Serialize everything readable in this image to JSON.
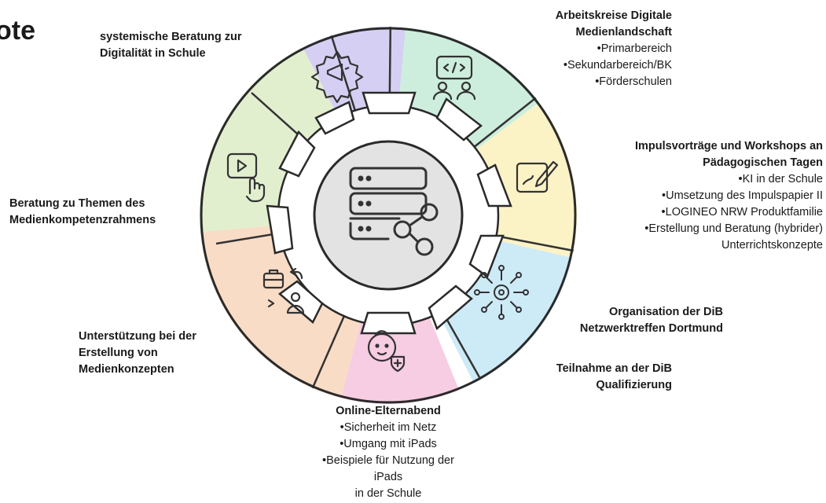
{
  "title_fragment": "ote",
  "center": {
    "icon": "server-network-icon"
  },
  "segments": [
    {
      "key": "systemisch",
      "color": "#d5cff3",
      "icon": "megaphone-gear-icon",
      "title_lines": [
        "systemische Beratung zur",
        "Digitalität in Schule"
      ],
      "bullets": []
    },
    {
      "key": "arbeitskreise",
      "color": "#cdeedd",
      "icon": "code-people-icon",
      "title_lines": [
        "Arbeitskreise Digitale",
        "Medienlandschaft"
      ],
      "bullets": [
        "•Primarbereich",
        "•Sekundarbereich/BK",
        "•Förderschulen"
      ]
    },
    {
      "key": "impulsvortraege",
      "color": "#fbf2c6",
      "icon": "drawing-tablet-icon",
      "title_lines": [
        "Impulsvorträge und Workshops an",
        "Pädagogischen Tagen"
      ],
      "bullets": [
        "•KI in der Schule",
        "•Umsetzung des Impulspapier II",
        "•LOGINEO NRW Produktfamilie",
        "•Erstellung und Beratung (hybrider)",
        "Unterrichtskonzepte"
      ]
    },
    {
      "key": "organisation",
      "color": "#cdeaf7",
      "icon": "network-gear-icon",
      "title_lines": [
        "Organisation der DiB",
        "Netzwerktreffen Dortmund"
      ],
      "bullets": []
    },
    {
      "key": "teilnahme",
      "title_lines": [
        "Teilnahme an der DiB",
        "Qualifizierung"
      ],
      "bullets": []
    },
    {
      "key": "elternabend",
      "color": "#f7cde3",
      "icon": "child-shield-icon",
      "title_lines": [
        "Online-Elternabend"
      ],
      "bullets": [
        "•Sicherheit im Netz",
        "•Umgang mit iPads",
        "•Beispiele für Nutzung der",
        "iPads",
        "in der Schule"
      ]
    },
    {
      "key": "medienkonzepte",
      "color": "#f8dcc6",
      "icon": "briefcase-person-icon",
      "title_lines": [
        "Unterstützung bei der",
        "Erstellung von",
        "Medienkonzepten"
      ],
      "bullets": []
    },
    {
      "key": "kompetenzrahmen",
      "color": "#e2efcf",
      "icon": "video-touch-icon",
      "title_lines": [
        "Beratung zu Themen des",
        "Medienkompetenzrahmens"
      ],
      "bullets": []
    }
  ]
}
